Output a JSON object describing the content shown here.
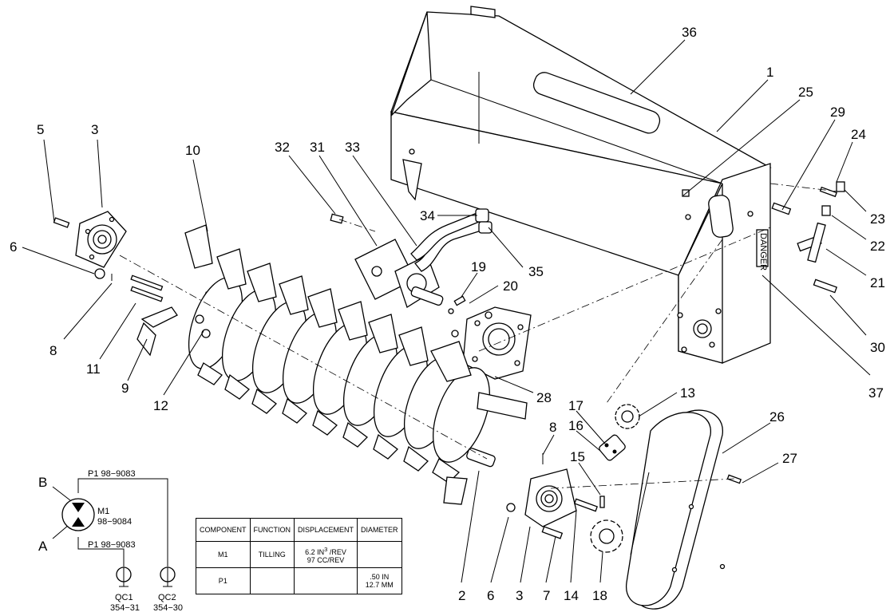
{
  "callouts": [
    "36",
    "1",
    "25",
    "29",
    "24",
    "23",
    "22",
    "21",
    "30",
    "37",
    "5",
    "3",
    "10",
    "32",
    "31",
    "33",
    "34",
    "35",
    "19",
    "20",
    "6",
    "8",
    "11",
    "9",
    "12",
    "28",
    "13",
    "17",
    "16",
    "8",
    "15",
    "26",
    "27",
    "2",
    "6",
    "3",
    "7",
    "14",
    "18"
  ],
  "decal": "DANGER",
  "schematic": {
    "port_b": "B",
    "port_a": "A",
    "motor_name": "M1",
    "motor_part": "98−9084",
    "line_top": "P1 98−9083",
    "line_bottom": "P1 98−9083",
    "qc1_name": "QC1",
    "qc1_part": "354−31",
    "qc2_name": "QC2",
    "qc2_part": "354−30"
  },
  "table": {
    "headers": [
      "COMPONENT",
      "FUNCTION",
      "DISPLACEMENT",
      "DIAMETER"
    ],
    "rows": [
      {
        "component": "M1",
        "function": "TILLING",
        "disp_line1": "6.2 IN",
        "disp_sup": "3",
        "disp_line1b": " /REV",
        "disp_line2": "97 CC/REV",
        "diameter_line1": "",
        "diameter_line2": ""
      },
      {
        "component": "P1",
        "function": "",
        "disp_line1": "",
        "disp_sup": "",
        "disp_line1b": "",
        "disp_line2": "",
        "diameter_line1": ".50 IN",
        "diameter_line2": "12.7 MM"
      }
    ]
  }
}
